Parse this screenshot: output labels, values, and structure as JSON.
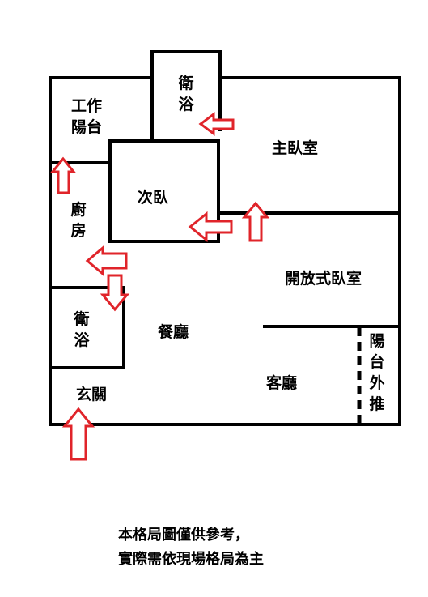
{
  "rooms": {
    "utility_balcony": "工作陽台",
    "bath_top": "衛浴",
    "master_bedroom": "主臥室",
    "second_bedroom": "次臥",
    "kitchen": "廚房",
    "open_bedroom": "開放式臥室",
    "bath_left": "衛浴",
    "dining": "餐廳",
    "entrance": "玄關",
    "living": "客廳",
    "balcony_push": "陽台外推"
  },
  "note": {
    "line1": "本格局圖僅供參考，",
    "line2": "實際需依現場格局為主"
  },
  "colors": {
    "wall": "#000000",
    "arrow": "#e0242a"
  }
}
